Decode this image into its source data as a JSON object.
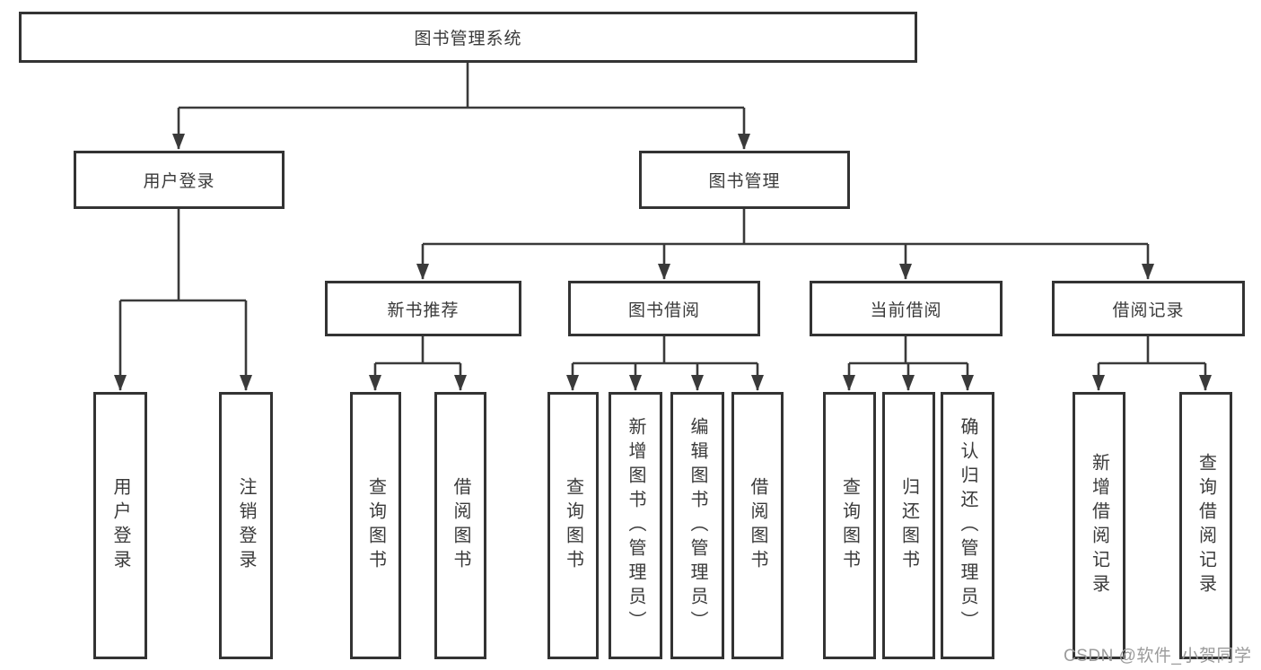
{
  "page": {
    "watermark": "CSDN @软件_小贺同学",
    "background_color": "#ffffff",
    "line_color": "#3a3a3a",
    "box_fill": "#ffffff",
    "text_color": "#3a3a3a"
  },
  "tree": {
    "root": "图书管理系统",
    "branches": [
      "用户登录",
      "图书管理"
    ],
    "sections": [
      "新书推荐",
      "图书借阅",
      "当前借阅",
      "借阅记录"
    ],
    "leaves": {
      "user_login": [
        "用户登录",
        "注销登录"
      ],
      "new_book": [
        "查询图书",
        "借阅图书"
      ],
      "book_borrow": [
        "查询图书",
        "新增图书（管理员）",
        "编辑图书（管理员）",
        "借阅图书"
      ],
      "current_borrow": [
        "查询图书",
        "归还图书",
        "确认归还（管理员）"
      ],
      "records": [
        "新增借阅记录",
        "查询借阅记录"
      ]
    }
  }
}
